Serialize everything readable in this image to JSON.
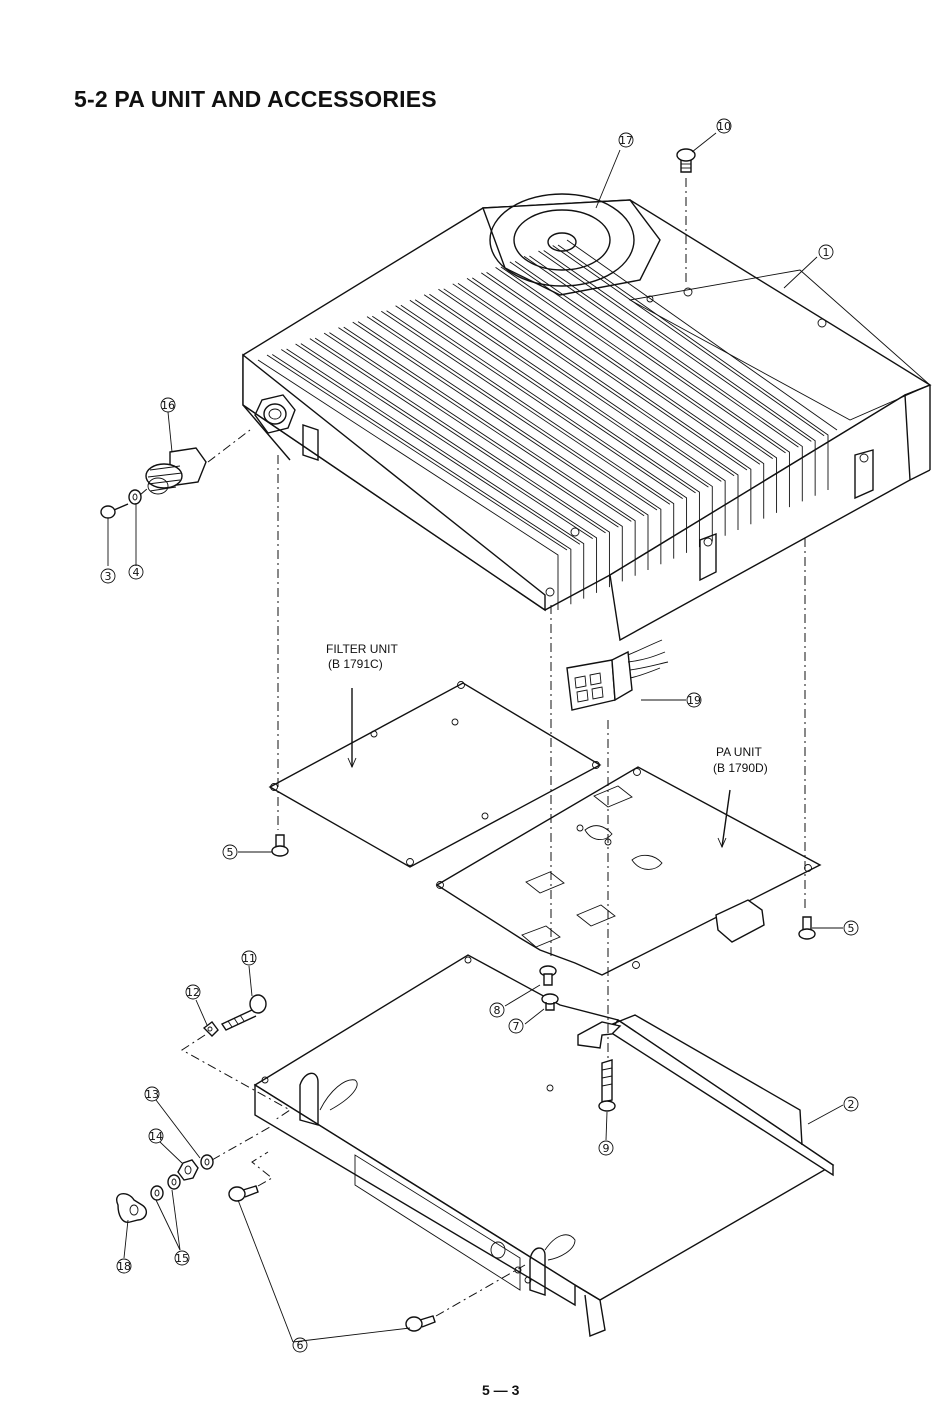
{
  "title": "5-2 PA UNIT AND ACCESSORIES",
  "labels": {
    "filter_unit": "FILTER UNIT",
    "filter_unit_code": "(B 1791C)",
    "pa_unit": "PA UNIT",
    "pa_unit_code": "(B 1790D)"
  },
  "callouts": [
    "1",
    "2",
    "3",
    "4",
    "5",
    "5",
    "6",
    "7",
    "8",
    "9",
    "10",
    "11",
    "12",
    "13",
    "14",
    "15",
    "16",
    "17",
    "18",
    "19"
  ],
  "page_number": "5 — 3"
}
